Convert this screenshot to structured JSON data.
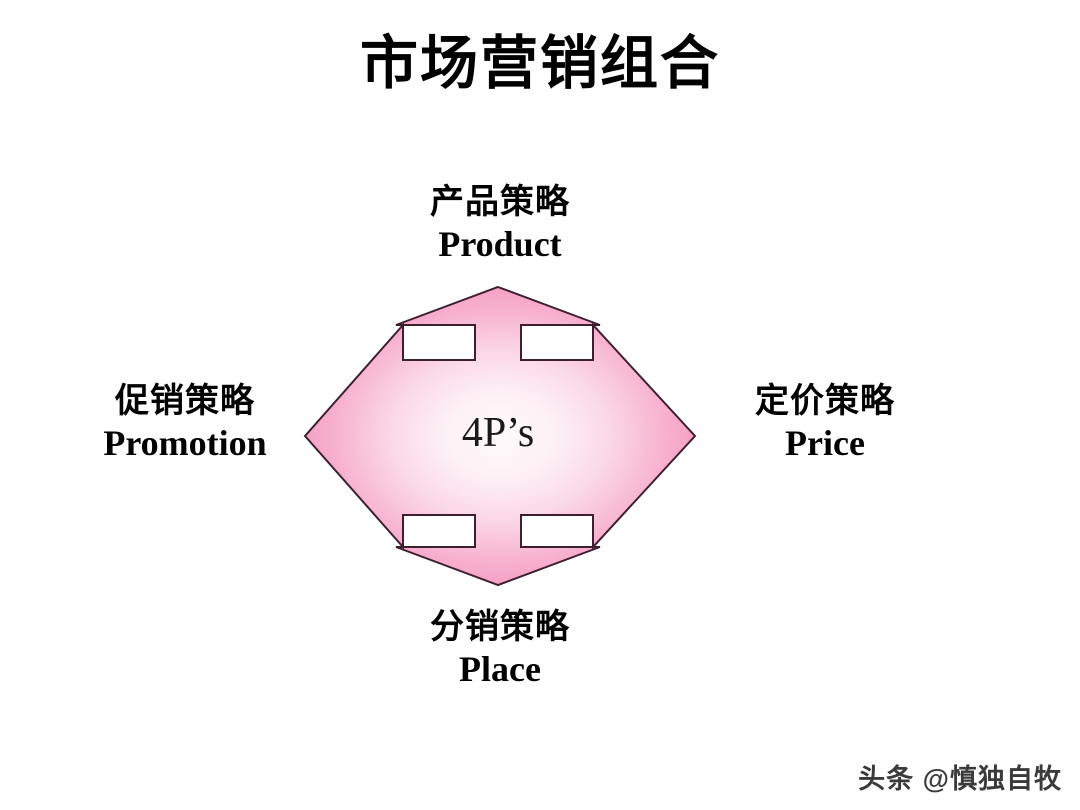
{
  "slide": {
    "title": "市场营销组合",
    "background_color": "#FFFFFF"
  },
  "diagram": {
    "type": "quad-arrow",
    "center_label": "4P’s",
    "shape_colors": {
      "edge_pink": "#F491BE",
      "center_white": "#FEF7FA",
      "outline": "#3D2030"
    },
    "arms": [
      {
        "direction": "up",
        "cn": "产品策略",
        "en": "Product"
      },
      {
        "direction": "right",
        "cn": "定价策略",
        "en": "Price"
      },
      {
        "direction": "down",
        "cn": "分销策略",
        "en": "Place"
      },
      {
        "direction": "left",
        "cn": "促销策略",
        "en": "Promotion"
      }
    ]
  },
  "watermark": {
    "text": "头条 @慎独自牧"
  }
}
